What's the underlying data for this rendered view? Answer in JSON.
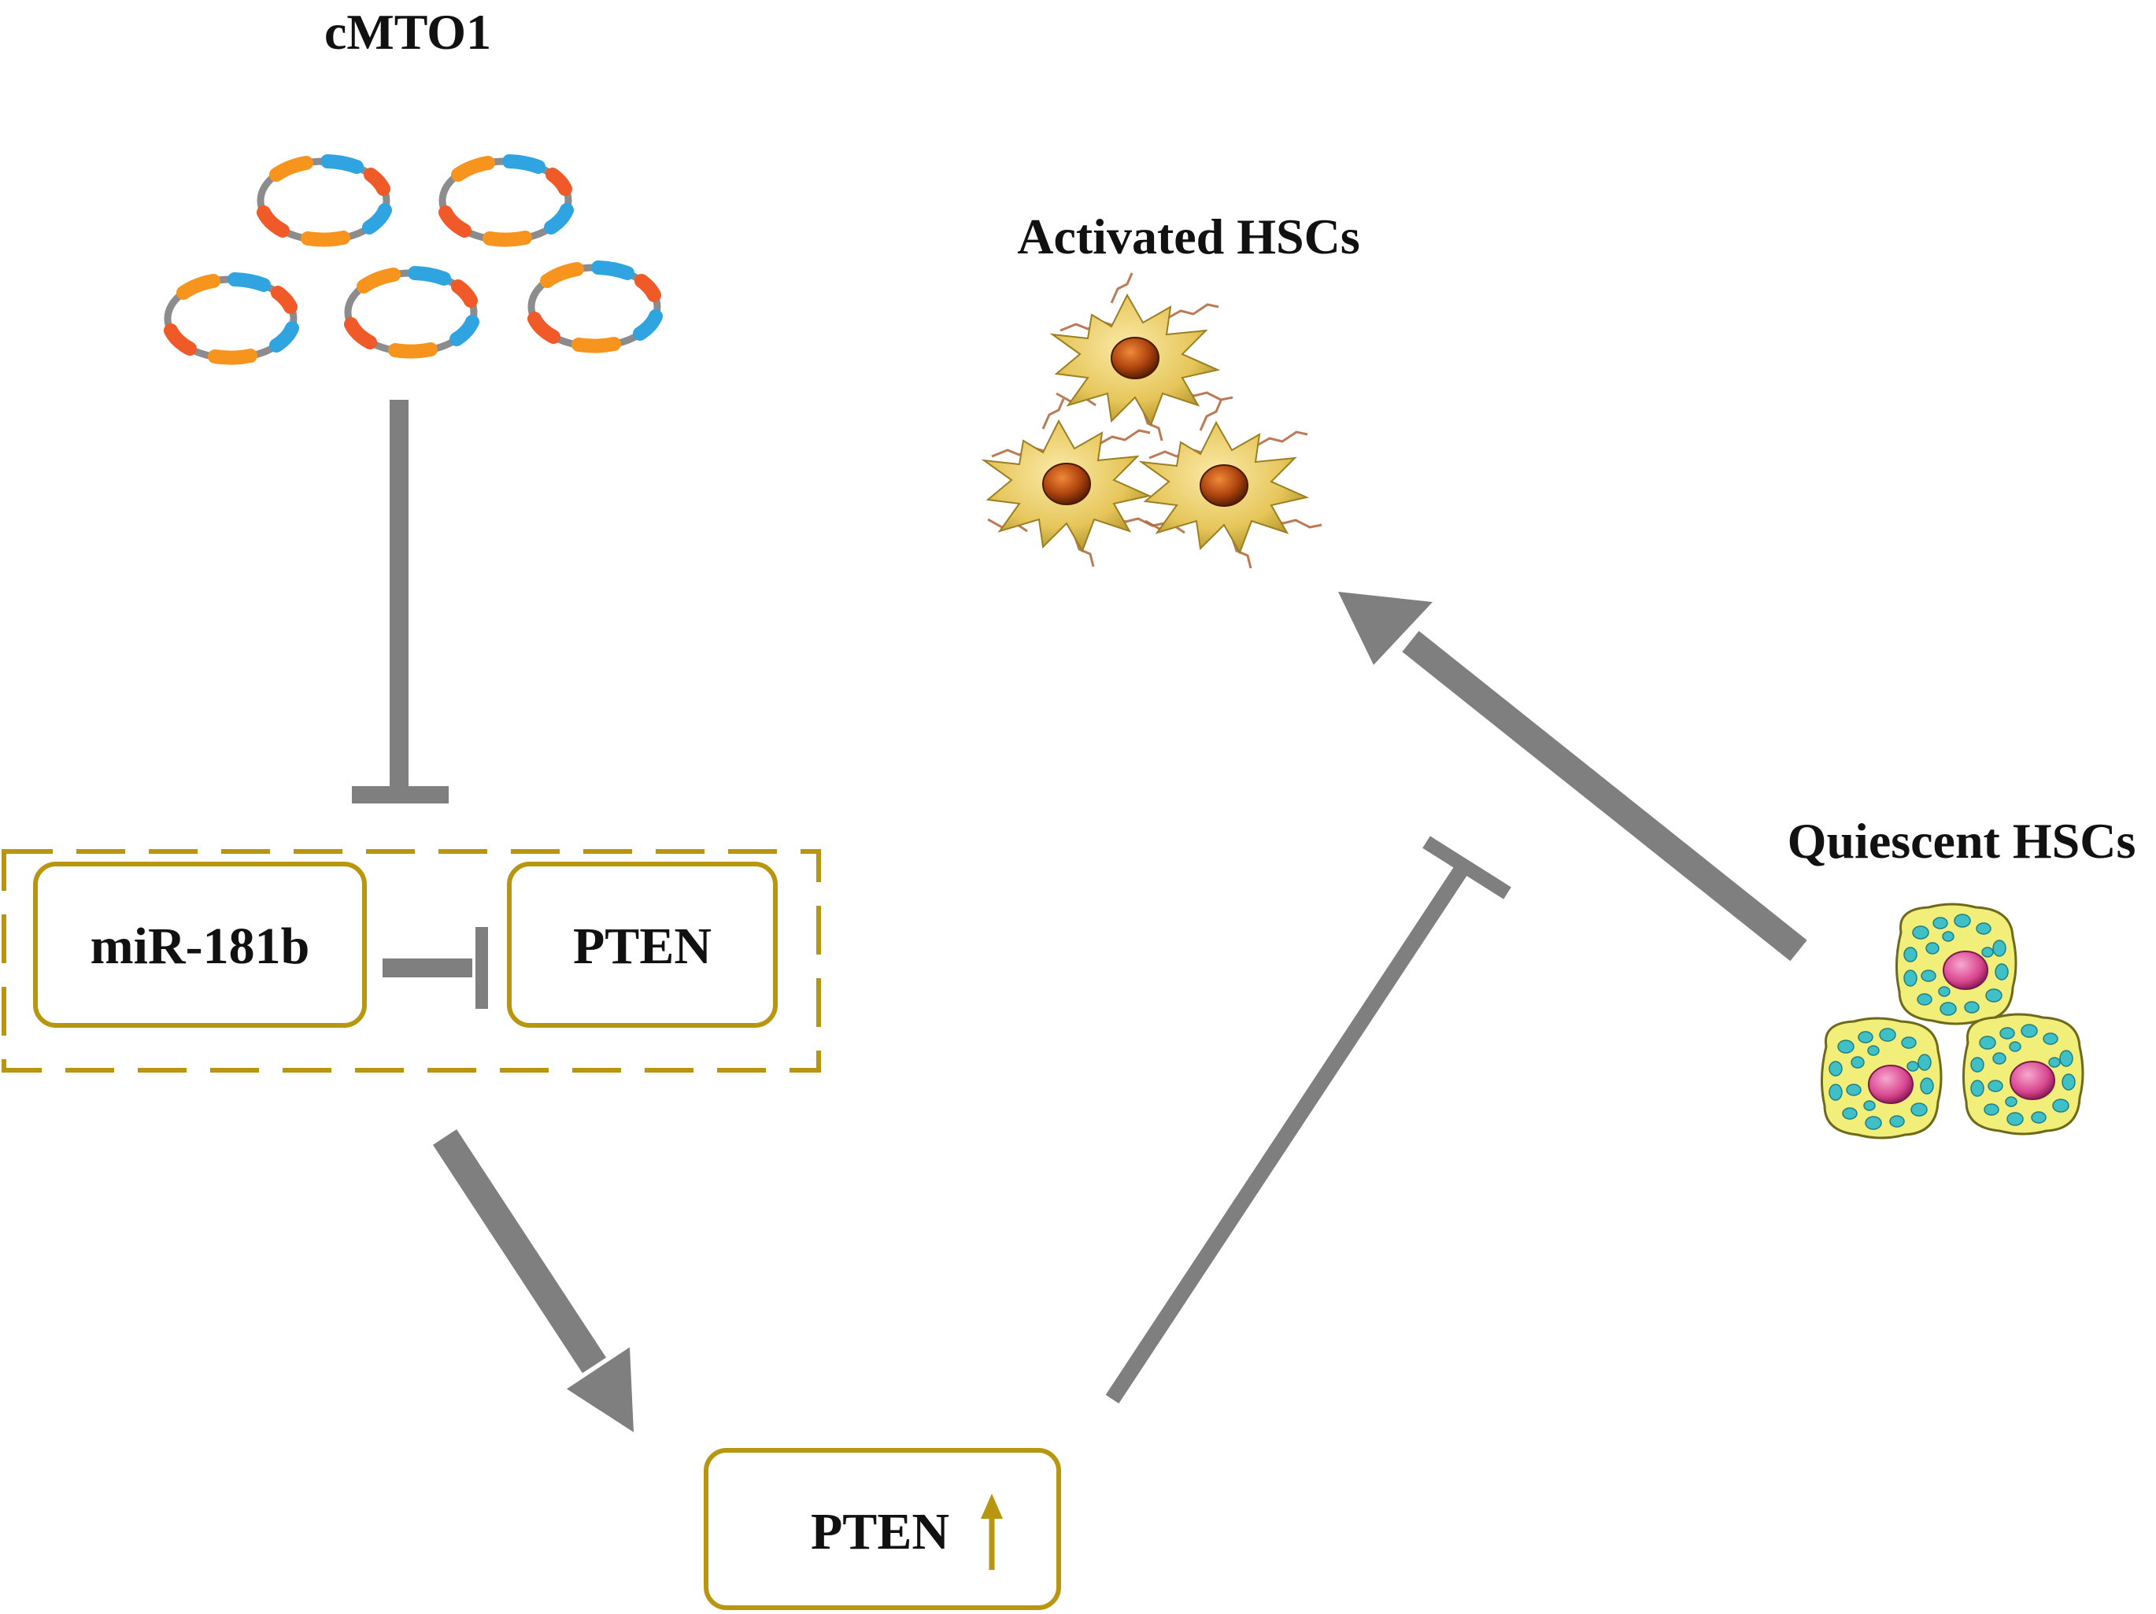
{
  "labels": {
    "circrna": "cMTO1",
    "activated": "Activated HSCs",
    "quiescent": "Quiescent HSCs",
    "mirna": "miR-181b",
    "target": "PTEN",
    "result": "PTEN"
  },
  "icons": {
    "circrna": "circular-rna-icon",
    "activated_cell": "activated-stellate-cell-icon",
    "quiescent_cell": "quiescent-stellate-cell-icon",
    "up_arrow": "up-arrow-icon"
  },
  "colors": {
    "arrow": "#7f7f7f",
    "box_border": "#b8960f",
    "up_arrow": "#b8960f",
    "ring_gray": "#8c8c8c",
    "ring_blue": "#2fa4e0",
    "ring_orange": "#f7941d",
    "ring_red": "#ef5a28",
    "cell_body": "#e6c65a",
    "cell_nucleus": "#b0460f",
    "quiescent_body": "#f2ee7a",
    "quiescent_droplet": "#3fc0c6",
    "quiescent_nucleus": "#e0599c"
  }
}
